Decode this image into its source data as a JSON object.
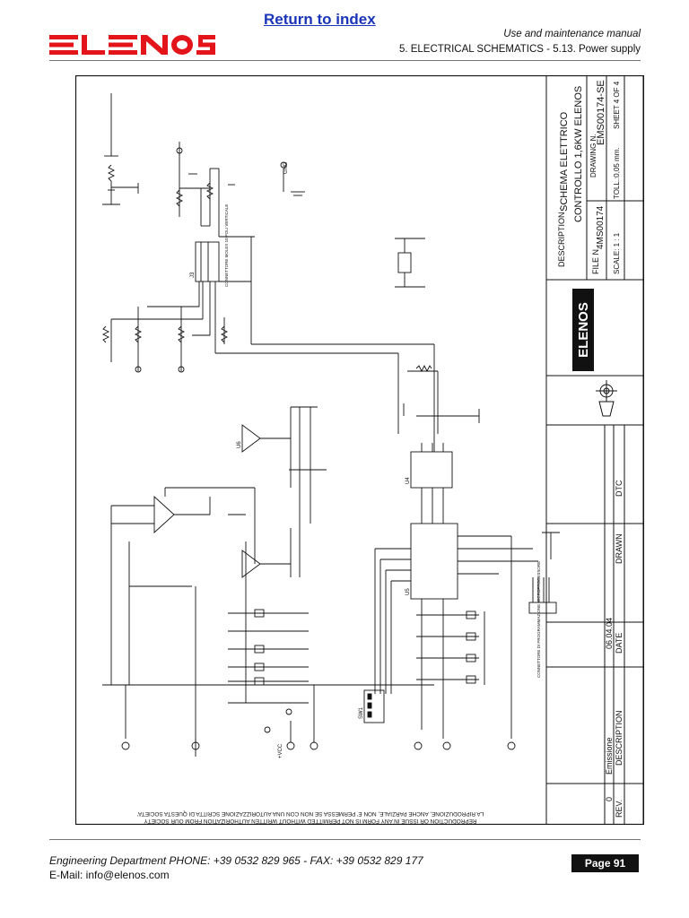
{
  "header": {
    "return_link": "Return to index",
    "logo_text": "ELENOS",
    "manual": "Use and maintenance manual",
    "section": "5. ELECTRICAL SCHEMATICS - 5.13. Power supply"
  },
  "schematic": {
    "title_block": {
      "description_label": "DESCRIPTION :",
      "description_line1": "SCHEMA ELETTRICO",
      "description_line2": "CONTROLLO 1,6KW ELENOS",
      "file_label": "FILE N.",
      "file_value": "4MS00174",
      "drawing_label": "DRAWING N.",
      "drawing_value": "EMS00174-SE",
      "scale": "SCALE: 1 : 1",
      "toll": "TOLL.:0,05 mm.",
      "sheet": "SHEET 4 OF 4",
      "logo_text": "ELENOS"
    },
    "revision_table": {
      "col_rev": "REV.",
      "col_description": "DESCRIPTION",
      "col_date": "DATE",
      "col_drawn": "DRAWN",
      "col_dtc": "DTC",
      "row_rev": "0",
      "row_description": "Emissione",
      "row_date": "06.04.04"
    },
    "notice_line1": "LA RIPRODUZIONE, ANCHE PARZIALE, NON E' PERMESSA SE NON CON UNA AUTORIZZAZIONE SCRITTA DI QUESTA SOCIETA'",
    "notice_line2": "REPRODUCTION OR ISSUE IN ANY FORM IS NOT PERMITTED WITHOUT WRITTEN AUTHORIZATION FROM OUR SOCIETY",
    "labels": {
      "j3_label": "J3",
      "j3_desc": "CONNETTORE MOLEX 10 POLI VERTICALE",
      "j2_desc": "CONNETTORE DI PROGRAMMAZIONE MICROPROCESSORE",
      "u4": "U4",
      "u5": "U5",
      "u6": "U6",
      "sw_label": "SW1",
      "vcc": "+VCC",
      "gnd_label": "GND"
    }
  },
  "footer": {
    "engineering": "Engineering Department PHONE: +39 0532 829 965 - FAX: +39 0532 829 177",
    "email": "E-Mail: info@elenos.com",
    "page": "Page 91"
  }
}
